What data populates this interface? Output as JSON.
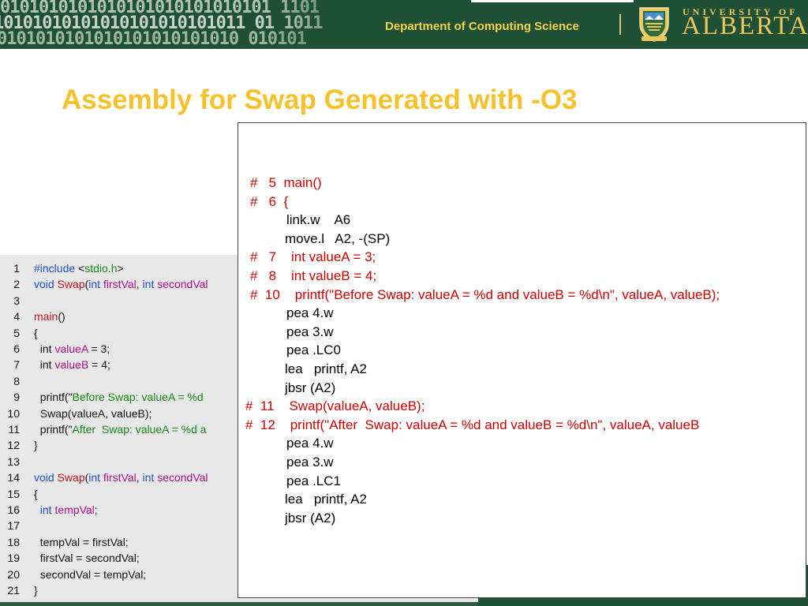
{
  "header": {
    "binary_rows": [
      "0101010101010101010101010101 1101",
      "10101010101010101010101011 01 1011",
      "0101010101010101010101010 010101"
    ],
    "department": "Department of Computing Science",
    "university_small": "UNIVERSITY OF",
    "university_big": "ALBERTA"
  },
  "slide": {
    "title": "Assembly for Swap Generated with -O3"
  },
  "code_listing": [
    {
      "n": "1",
      "parts": [
        [
          "kw",
          "#include"
        ],
        [
          "",
          " <"
        ],
        [
          "str",
          "stdio.h"
        ],
        [
          "",
          ">"
        ]
      ]
    },
    {
      "n": "2",
      "parts": [
        [
          "kw",
          "void "
        ],
        [
          "fn",
          "Swap"
        ],
        [
          "",
          "("
        ],
        [
          "kw",
          "int "
        ],
        [
          "var",
          "firstVal"
        ],
        [
          "",
          ", "
        ],
        [
          "kw",
          "int "
        ],
        [
          "var",
          "secondVal"
        ]
      ]
    },
    {
      "n": "3",
      "parts": []
    },
    {
      "n": "4",
      "parts": [
        [
          "fn",
          "main"
        ],
        [
          "",
          "()"
        ]
      ]
    },
    {
      "n": "5",
      "parts": [
        [
          "",
          "{"
        ]
      ]
    },
    {
      "n": "6",
      "parts": [
        [
          "",
          "  int "
        ],
        [
          "var",
          "valueA"
        ],
        [
          "",
          " = 3;"
        ]
      ]
    },
    {
      "n": "7",
      "parts": [
        [
          "",
          "  int "
        ],
        [
          "var",
          "valueB"
        ],
        [
          "",
          " = 4;"
        ]
      ]
    },
    {
      "n": "8",
      "parts": []
    },
    {
      "n": "9",
      "parts": [
        [
          "",
          "  printf(\""
        ],
        [
          "str",
          "Before Swap: valueA = %d"
        ]
      ]
    },
    {
      "n": "10",
      "parts": [
        [
          "",
          "  Swap(valueA, valueB);"
        ]
      ]
    },
    {
      "n": "11",
      "parts": [
        [
          "",
          "  printf(\""
        ],
        [
          "str",
          "After  Swap: valueA = %d a"
        ]
      ]
    },
    {
      "n": "12",
      "parts": [
        [
          "",
          "}"
        ]
      ]
    },
    {
      "n": "13",
      "parts": []
    },
    {
      "n": "14",
      "parts": [
        [
          "kw",
          "void "
        ],
        [
          "fn",
          "Swap"
        ],
        [
          "",
          "("
        ],
        [
          "kw",
          "int "
        ],
        [
          "var",
          "firstVal"
        ],
        [
          "",
          ", "
        ],
        [
          "kw",
          "int "
        ],
        [
          "var",
          "secondVal"
        ]
      ]
    },
    {
      "n": "15",
      "parts": [
        [
          "",
          "{"
        ]
      ]
    },
    {
      "n": "16",
      "parts": [
        [
          "kw",
          "  int "
        ],
        [
          "var",
          "tempVal"
        ],
        [
          "",
          ";"
        ]
      ]
    },
    {
      "n": "17",
      "parts": []
    },
    {
      "n": "18",
      "parts": [
        [
          "",
          "  tempVal = firstVal;"
        ]
      ]
    },
    {
      "n": "19",
      "parts": [
        [
          "",
          "  firstVal = secondVal;"
        ]
      ]
    },
    {
      "n": "20",
      "parts": [
        [
          "",
          "  secondVal = tempVal;"
        ]
      ]
    },
    {
      "n": "21",
      "parts": [
        [
          "",
          "}"
        ]
      ]
    }
  ],
  "assembly": [
    {
      "color": "red",
      "indent": "a",
      "text": "#   5  main()"
    },
    {
      "color": "red",
      "indent": "a",
      "text": "#   6  {"
    },
    {
      "color": "blk",
      "indent": "b",
      "text": "link.w    A6"
    },
    {
      "color": "blk",
      "indent": "c",
      "text": "move.l   A2, -(SP)"
    },
    {
      "color": "red",
      "indent": "a",
      "text": "#   7    int valueA = 3;"
    },
    {
      "color": "red",
      "indent": "a",
      "text": "#   8    int valueB = 4;"
    },
    {
      "color": "red",
      "indent": "a",
      "text": "#  10    printf(\"Before Swap: valueA = %d and valueB = %d\\n\", valueA, valueB);"
    },
    {
      "color": "blk",
      "indent": "b",
      "text": "pea 4.w"
    },
    {
      "color": "blk",
      "indent": "b",
      "text": "pea 3.w"
    },
    {
      "color": "blk",
      "indent": "b",
      "text": "pea .LC0"
    },
    {
      "color": "blk",
      "indent": "c",
      "text": "lea   printf, A2"
    },
    {
      "color": "blk",
      "indent": "c",
      "text": "jbsr (A2)"
    },
    {
      "color": "red",
      "indent": "d",
      "text": "#  11    Swap(valueA, valueB);"
    },
    {
      "color": "red",
      "indent": "d",
      "text": "#  12    printf(\"After  Swap: valueA = %d and valueB = %d\\n\", valueA, valueB"
    },
    {
      "color": "blk",
      "indent": "b",
      "text": "pea 4.w"
    },
    {
      "color": "blk",
      "indent": "b",
      "text": "pea 3.w"
    },
    {
      "color": "blk",
      "indent": "b",
      "text": "pea .LC1"
    },
    {
      "color": "blk",
      "indent": "c",
      "text": "lea   printf, A2"
    },
    {
      "color": "blk",
      "indent": "c",
      "text": "jbsr (A2)"
    }
  ],
  "colors": {
    "banner_green": "#1f4f34",
    "title_gold": "#f7c12c",
    "dept_gold": "#f4d54c",
    "asm_red": "#cc0000"
  }
}
